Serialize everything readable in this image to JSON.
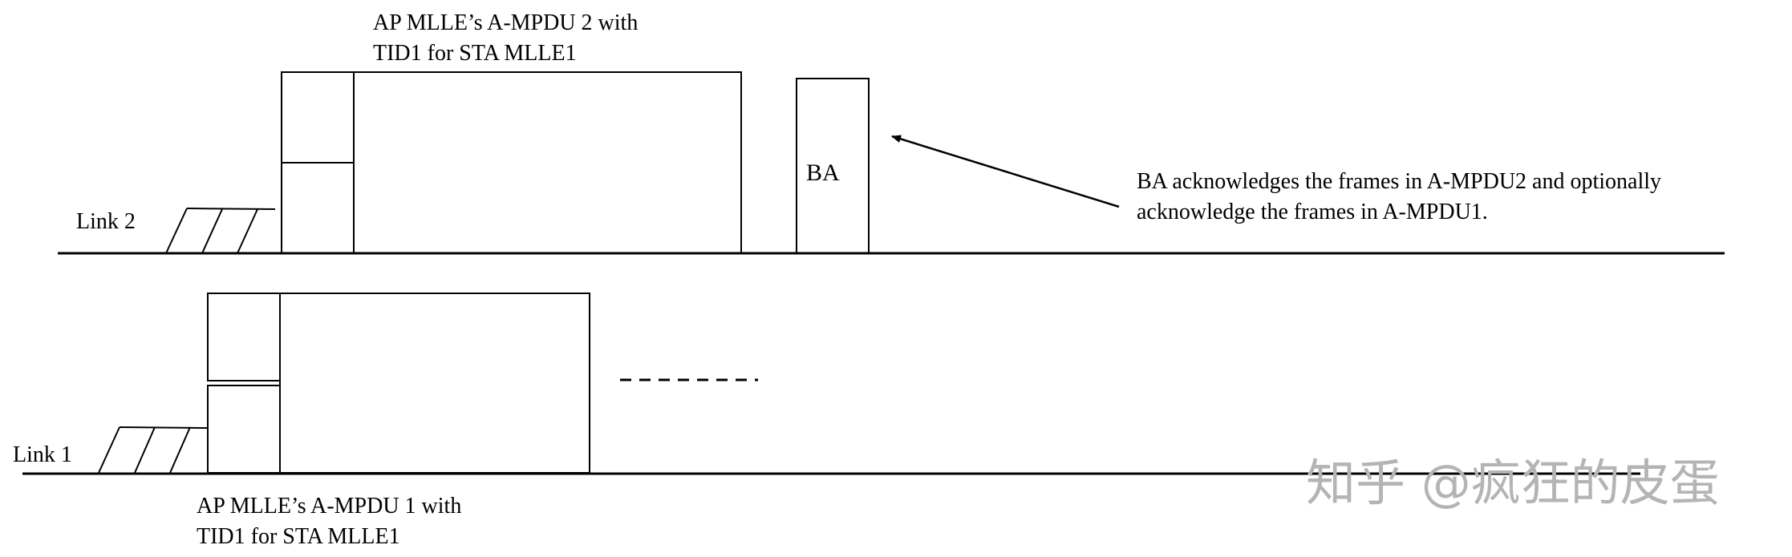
{
  "links": {
    "link2_label": "Link 2",
    "link1_label": "Link 1"
  },
  "ampdu2": {
    "caption_line1": "AP MLLE’s A-MPDU 2 with",
    "caption_line2": "TID1 for STA MLLE1"
  },
  "ampdu1": {
    "caption_line1": "AP MLLE’s A-MPDU 1 with",
    "caption_line2": "TID1 for STA MLLE1"
  },
  "ba": {
    "label": "BA",
    "note_line1": "BA acknowledges the frames in A-MPDU2 and optionally",
    "note_line2": "acknowledge the frames in A-MPDU1."
  },
  "watermark": {
    "text": "知乎 @疯狂的皮蛋"
  },
  "colors": {
    "line": "#000000",
    "watermark": "#b4b4b4",
    "background": "#ffffff"
  }
}
